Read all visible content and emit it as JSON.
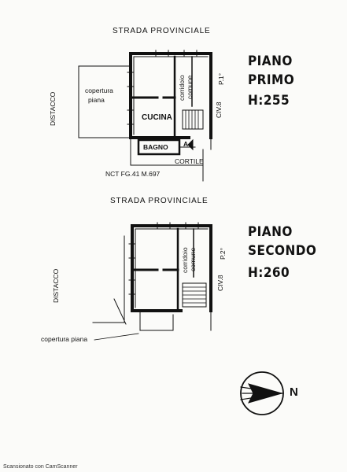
{
  "upper_plan": {
    "street": "STRADA PROVINCIALE",
    "level_line1": "PIANO",
    "level_line2": "PRIMO",
    "height": "H:255",
    "distacco": "DISTACCO",
    "copertura_line1": "copertura",
    "copertura_line2": "piana",
    "room_cucina": "CUCINA",
    "room_bagno": "BAGNO",
    "room_cortile": "CORTILE",
    "corridor_line1": "corridoio",
    "corridor_line2": "comune",
    "civ": "CIV.8",
    "floor_tag": "P.1°",
    "entrance": "A",
    "cadastral": "NCT FG.41 M.697"
  },
  "lower_plan": {
    "street": "STRADA PROVINCIALE",
    "level_line1": "PIANO",
    "level_line2": "SECONDO",
    "height": "H:260",
    "distacco": "DISTACCO",
    "copertura": "copertura piana",
    "corridor_line1": "corridoio",
    "corridor_line2": "comune",
    "civ": "CIV.8",
    "floor_tag": "P.2°"
  },
  "compass": {
    "north": "N"
  },
  "footer": {
    "scanner": "Scansionato con CamScanner"
  }
}
